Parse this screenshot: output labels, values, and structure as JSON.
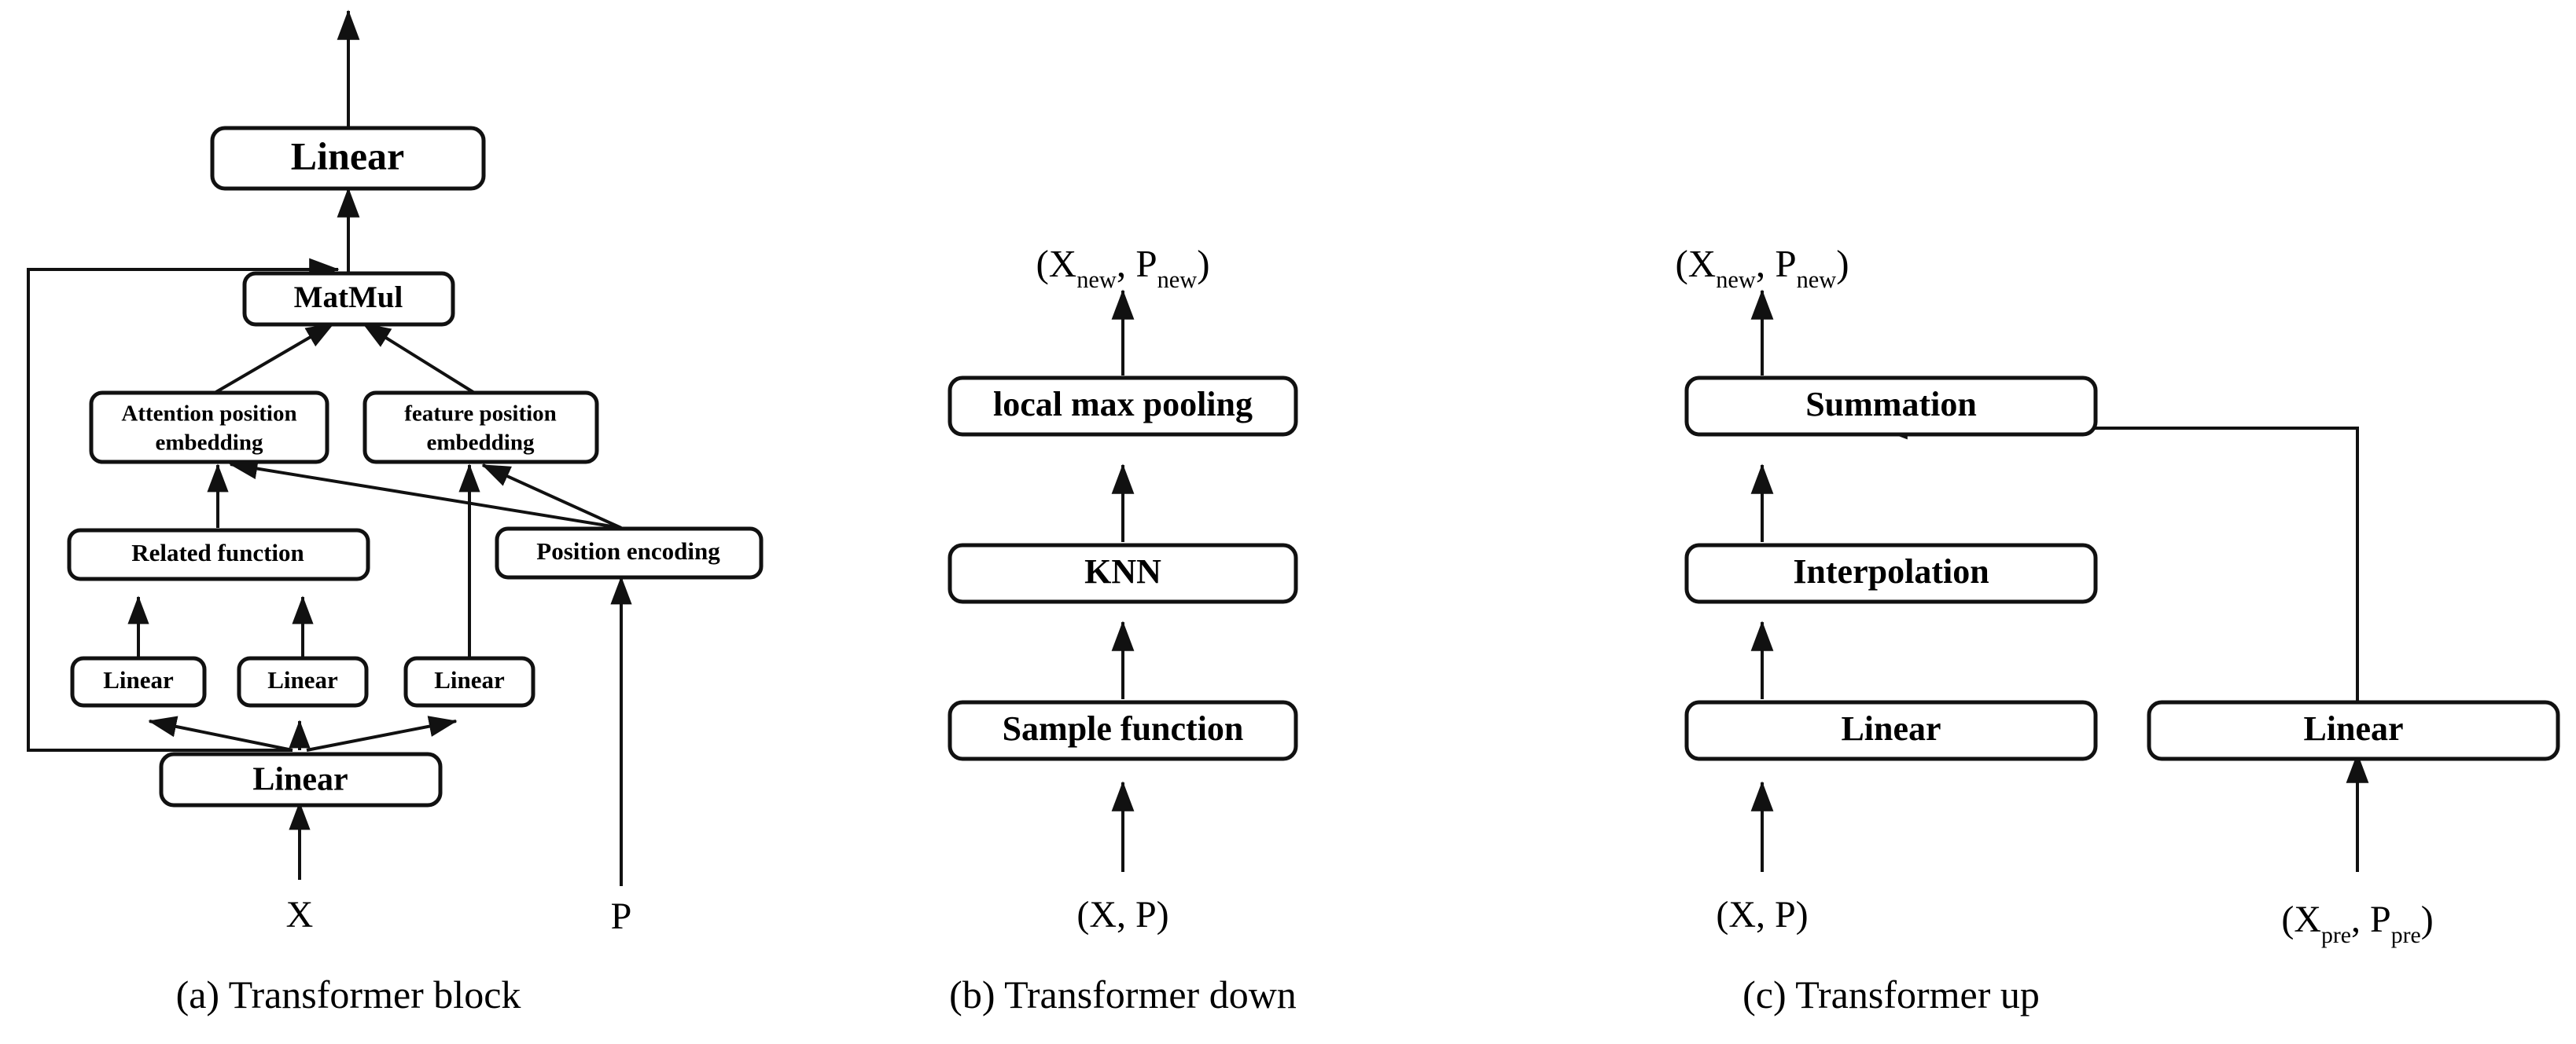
{
  "figure": {
    "background": "#ffffff",
    "stroke_color": "#111111",
    "panels": [
      {
        "id": "a",
        "caption": "(a) Transformer block",
        "nodes": [
          {
            "name": "linear-top",
            "label": "Linear"
          },
          {
            "name": "matmul",
            "label": "MatMul"
          },
          {
            "name": "attention-position-embedding",
            "label_line1": "Attention position",
            "label_line2": "embedding"
          },
          {
            "name": "feature-position-embedding",
            "label_line1": "feature position",
            "label_line2": "embedding"
          },
          {
            "name": "related-function",
            "label": "Related function"
          },
          {
            "name": "position-encoding",
            "label": "Position encoding"
          },
          {
            "name": "linear-q",
            "label": "Linear"
          },
          {
            "name": "linear-k",
            "label": "Linear"
          },
          {
            "name": "linear-v",
            "label": "Linear"
          },
          {
            "name": "linear-input",
            "label": "Linear"
          }
        ],
        "inputs": [
          {
            "name": "input-x",
            "label": "X"
          },
          {
            "name": "input-p",
            "label": "P"
          }
        ]
      },
      {
        "id": "b",
        "caption": "(b) Transformer down",
        "output": {
          "name": "output-xnew-pnew",
          "prefix": "(X",
          "sub1": "new",
          "mid": ", P",
          "sub2": "new",
          "suffix": ")"
        },
        "nodes": [
          {
            "name": "local-max-pooling",
            "label": "local max pooling"
          },
          {
            "name": "knn",
            "label": "KNN"
          },
          {
            "name": "sample-function",
            "label": "Sample function"
          }
        ],
        "inputs": [
          {
            "name": "input-x-p",
            "label": "(X, P)"
          }
        ]
      },
      {
        "id": "c",
        "caption": "(c) Transformer up",
        "output": {
          "name": "output-xnew-pnew",
          "prefix": "(X",
          "sub1": "new",
          "mid": ", P",
          "sub2": "new",
          "suffix": ")"
        },
        "nodes": [
          {
            "name": "summation",
            "label": "Summation"
          },
          {
            "name": "interpolation",
            "label": "Interpolation"
          },
          {
            "name": "linear-left",
            "label": "Linear"
          },
          {
            "name": "linear-right",
            "label": "Linear"
          }
        ],
        "inputs": [
          {
            "name": "input-x-p",
            "label": "(X, P)"
          },
          {
            "name": "input-xpre-ppre",
            "prefix": "(X",
            "sub1": "pre",
            "mid": ", P",
            "sub2": "pre",
            "suffix": ")"
          }
        ]
      }
    ]
  }
}
